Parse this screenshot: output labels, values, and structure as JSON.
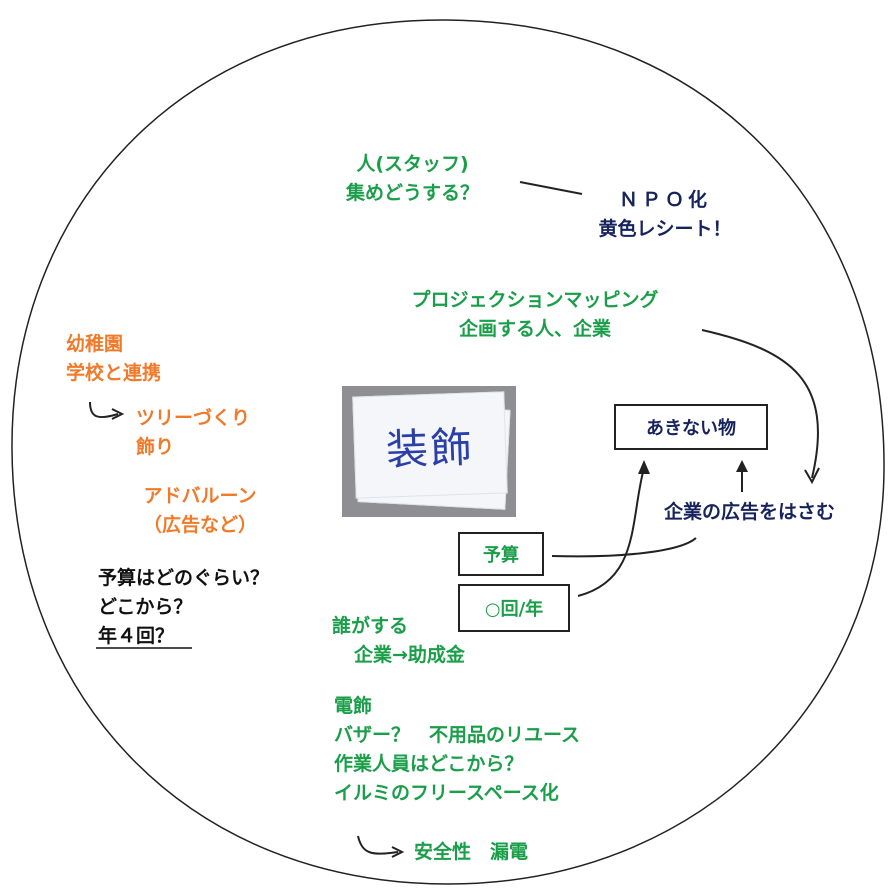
{
  "photo": {
    "card_text": "装飾"
  },
  "notes": {
    "staff": [
      "人(スタッフ)",
      "集めどうする？"
    ],
    "npo": [
      "ＮＰＯ化",
      "黄色レシート！"
    ],
    "projection": [
      "プロジェクションマッピング",
      "企画する人、企業"
    ],
    "kindergarten": [
      "幼稚園",
      "学校と連携"
    ],
    "tree": [
      "ツリーづくり",
      "飾り"
    ],
    "balloon": [
      "アドバルーン",
      "（広告など）"
    ],
    "budget_q": [
      "予算はどのぐらい？",
      "どこから？"
    ],
    "budget_q_underlined": "年４回？",
    "who": "誰がする",
    "who_sub": "企業→助成金",
    "electric": [
      "電飾",
      "バザー？　不用品のリユース",
      "作業人員はどこから？",
      "イルミのフリースペース化"
    ],
    "safety": "安全性　漏電",
    "ads": "企業の広告をはさむ"
  },
  "boxes": {
    "akinai": "あきない物",
    "yosan": "予算",
    "kai_nen": "○回/年"
  },
  "colors": {
    "green": "#1a9e4a",
    "navy": "#16235c",
    "orange": "#f07a2a",
    "black": "#111111"
  }
}
